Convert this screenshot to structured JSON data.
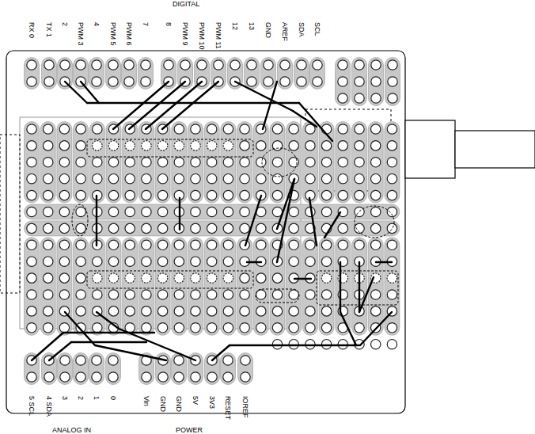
{
  "diagram": {
    "labels": [
      "DIGITAL",
      "RX 0",
      "TX 1",
      "2",
      "PWM 3",
      "4",
      "PWM 5",
      "PWM 6",
      "7",
      "8",
      "PWM 9",
      "PWM 10",
      "PWM 11",
      "12",
      "13",
      "GND",
      "AREF",
      "SDA",
      "SCL",
      "5 SCL",
      "4 SDA",
      "3",
      "2",
      "1",
      "0",
      "Vin",
      "GND",
      "GND",
      "5V",
      "3V3",
      "RESET",
      "IOREF",
      "ANALOG IN",
      "POWER"
    ]
  }
}
